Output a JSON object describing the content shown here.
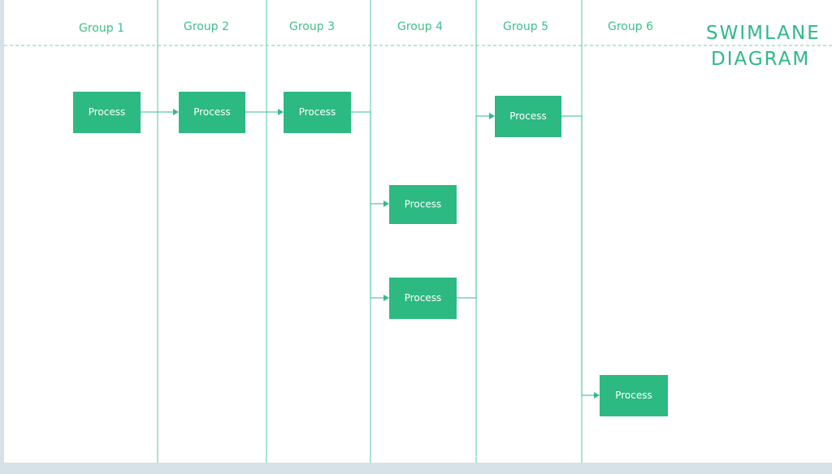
{
  "title": {
    "line1": "SWIMLANE",
    "line2": "DIAGRAM"
  },
  "lanes": [
    {
      "label": "Group 1"
    },
    {
      "label": "Group 2"
    },
    {
      "label": "Group 3"
    },
    {
      "label": "Group 4"
    },
    {
      "label": "Group 5"
    },
    {
      "label": "Group 6"
    }
  ],
  "processes": [
    {
      "label": "Process",
      "lane": "Group 1"
    },
    {
      "label": "Process",
      "lane": "Group 2"
    },
    {
      "label": "Process",
      "lane": "Group 3"
    },
    {
      "label": "Process",
      "lane": "Group 4"
    },
    {
      "label": "Process",
      "lane": "Group 4"
    },
    {
      "label": "Process",
      "lane": "Group 5"
    },
    {
      "label": "Process",
      "lane": "Group 6"
    }
  ],
  "colors": {
    "process_fill": "#2db982",
    "lane_line": "#58c99b",
    "title": "#2fb885",
    "background": "#ffffff"
  }
}
